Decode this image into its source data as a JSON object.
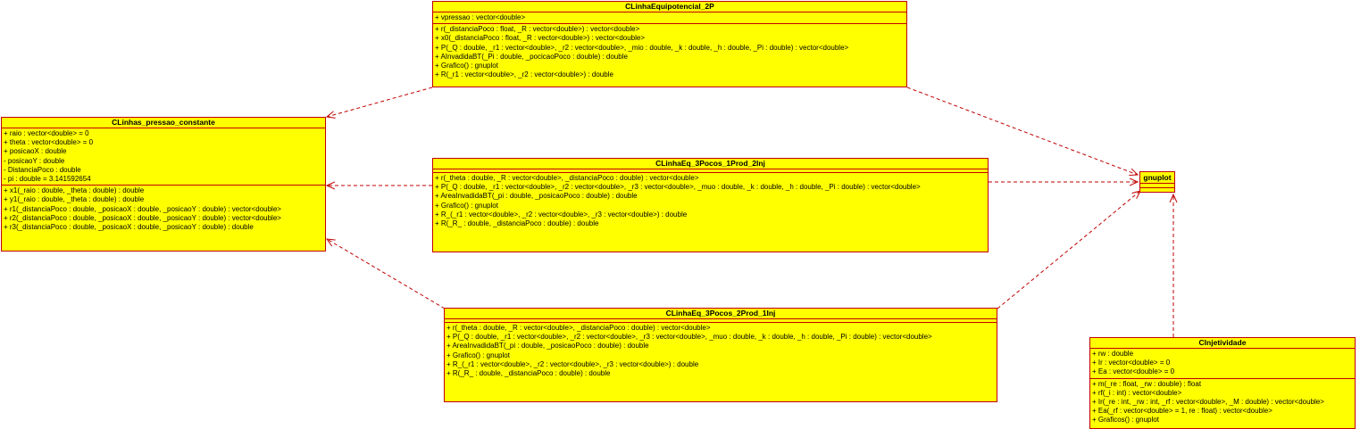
{
  "colors": {
    "fill": "#ffff00",
    "border": "#c00000",
    "connector": "#c00000"
  },
  "classes": {
    "equipotencial": {
      "name": "CLinhaEquipotencial_2P",
      "attributes": [
        "+ vpressao : vector<double>"
      ],
      "operations": [
        "+ r(_distanciaPoco : float, _R : vector<double>) : vector<double>",
        "+ x0(_distanciaPoco : float, _R : vector<double>) : vector<double>",
        "+ P(_Q : double, _r1 : vector<double>, _r2 : vector<double>, _mio : double, _k : double, _h : double, _Pi : double) : vector<double>",
        "+ AInvadidaBT(_Pi : double, _pocicaoPoco : double) : double",
        "+ Grafico() : gnuplot",
        "+ R(_r1 : vector<double>, _r2 : vector<double>) : double"
      ]
    },
    "pressao": {
      "name": "CLinhas_pressao_constante",
      "attributes": [
        "+ raio : vector<double> = 0",
        "+ theta : vector<double> = 0",
        "+ posicaoX : double",
        "- posicaoY : double",
        "- DistanciaPoco : double",
        "- pi : double = 3.141592654"
      ],
      "operations": [
        "+ x1(_raio : double, _theta : double) : double",
        "+ y1(_raio : double, _theta : double) : double",
        "+ r1(_distanciaPoco : double, _posicaoX : double, _posicaoY : double) : vector<double>",
        "+ r2(_distanciaPoco : double, _posicaoX : double, _posicaoY : double) : vector<double>",
        "+ r3(_distanciaPoco : double, _posicaoX : double, _posicaoY : double) : double"
      ]
    },
    "eq1prod2inj": {
      "name": "CLinhaEq_3Pocos_1Prod_2Inj",
      "attributes": [],
      "operations": [
        "+ r(_theta : double, _R : vector<double>, _distanciaPoco : double) : vector<double>",
        "+ P(_Q : double, _r1 : vector<double>, _r2 : vector<double>, _r3 : vector<double>, _muo : double, _k : double, _h : double, _Pi : double) : vector<double>",
        "+ AreaInvadidaBT(_pi : double, _posicaoPoco : double) : double",
        "+ Grafico() : gnuplot",
        "+ R_(_r1 : vector<double>, _r2 : vector<double>, _r3 : vector<double>) : double",
        "+ R(_R_ : double, _distanciaPoco : double) : double"
      ]
    },
    "eq2prod1inj": {
      "name": "CLinhaEq_3Pocos_2Prod_1Inj",
      "attributes": [],
      "operations": [
        "+ r(_theta : double, _R : vector<double>, _distanciaPoco : double) : vector<double>",
        "+ P(_Q : double, _r1 : vector<double>, _r2 : vector<double>, _r3 : vector<double>, _muo : double, _k : double, _h : double, _Pi : double) : vector<double>",
        "+ AreaInvadidaBT(_pi : double, _posicaoPoco : double) : double",
        "+ Grafico() : gnuplot",
        "+ R_(_r1 : vector<double>, _r2 : vector<double>, _r3 : vector<double>) : double",
        "+ R(_R_ : double, _distanciaPoco : double) : double"
      ]
    },
    "gnuplot": {
      "name": "gnuplot",
      "attributes": [],
      "operations": []
    },
    "injetividade": {
      "name": "CInjetividade",
      "attributes": [
        "+ rw : double",
        "+ Ir : vector<double> = 0",
        "+ Ea : vector<double> = 0"
      ],
      "operations": [
        "+ m(_re : float, _rw : double) : float",
        "+ rf(_i : int) : vector<double>",
        "+ Ir(_re : int, _rw : int, _rf : vector<double>, _M : double) : vector<double>",
        "+ Ea(_rf : vector<double> = 1, re : float) : vector<double>",
        "+ Graficos() : gnuplot"
      ]
    }
  }
}
